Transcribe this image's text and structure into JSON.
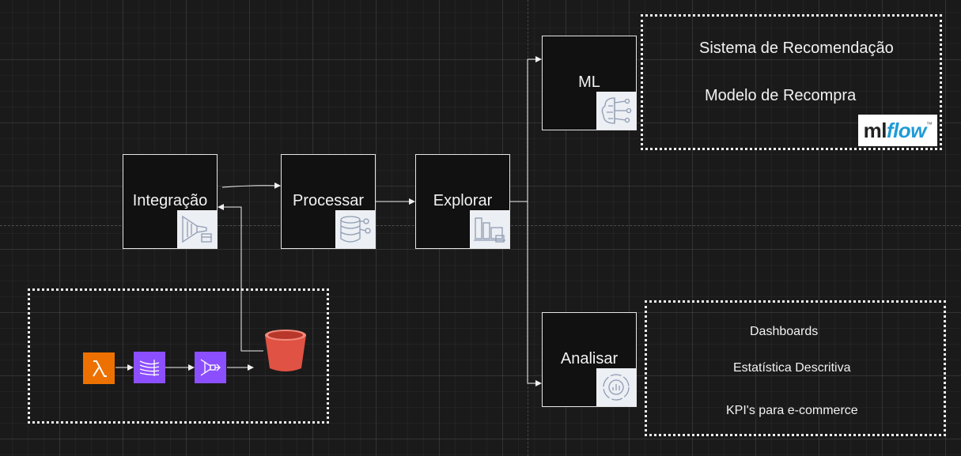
{
  "nodes": {
    "integracao": "Integração",
    "processar": "Processar",
    "explorar": "Explorar",
    "ml": "ML",
    "analisar": "Analisar"
  },
  "ml_box": {
    "line1": "Sistema de Recomendação",
    "line2": "Modelo de Recompra",
    "logo_ml": "ml",
    "logo_flow": "flow",
    "logo_tm": "™"
  },
  "analysis_box": {
    "line1": "Dashboards",
    "line2": "Estatística Descritiva",
    "line3": "KPI's para e-commerce"
  },
  "icons": {
    "integracao": "data-pipeline-icon",
    "processar": "database-processing-icon",
    "explorar": "data-explorer-icon",
    "ml": "brain-network-icon",
    "analisar": "analytics-dashboard-icon",
    "lambda": "aws-lambda-icon",
    "stream": "kinesis-data-streams-icon",
    "firehose": "kinesis-firehose-icon",
    "bucket": "s3-bucket-icon"
  },
  "colors": {
    "lambda": "#ed7100",
    "kinesis": "#8c4fff",
    "s3": "#e05243",
    "mlflow_blue": "#1f9bd6"
  }
}
